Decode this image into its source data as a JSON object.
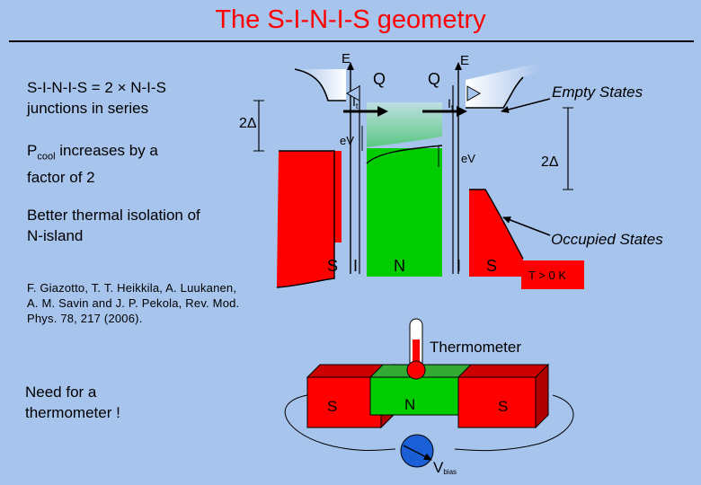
{
  "title": "The S-I-N-I-S geometry",
  "left": {
    "junction_line1": "S-I-N-I-S = 2 × N-I-S",
    "junction_line2": "junctions in series",
    "pcool_main": "P",
    "pcool_sub": "cool",
    "pcool_rest": " increases by a",
    "pcool_line2": "factor of 2",
    "isolation_line1": "Better thermal isolation of",
    "isolation_line2": "N-island",
    "reference_line1": "F. Giazotto, T. T. Heikkila, A. Luukanen,",
    "reference_line2": "A. M. Savin and J. P. Pekola, Rev. Mod.",
    "reference_line3": "Phys. 78, 217 (2006).",
    "need_line1": "Need for a",
    "need_line2": "thermometer !"
  },
  "band_diagram": {
    "energy_left": "E",
    "energy_right": "E",
    "heat_left": "Q",
    "heat_right": "Q",
    "current_main": "I",
    "current_sub": "t",
    "ev_left": "eV",
    "ev_right": "eV",
    "gap_left": "2Δ",
    "gap_right": "2Δ",
    "empty_states": "Empty States",
    "occupied_states": "Occupied States",
    "layer_s_left": "S",
    "layer_i_left": "I",
    "layer_n": "N",
    "layer_i_right": "I",
    "layer_s_right": "S",
    "temperature": "T > 0 K"
  },
  "device": {
    "thermometer_label": "Thermometer",
    "block_s_left": "S",
    "block_n": "N",
    "block_s_right": "S",
    "vbias_main": "V",
    "vbias_sub": "bias"
  },
  "colors": {
    "background": "#a7c4ec",
    "title": "#ff0000",
    "superconductor": "#ff0000",
    "normal_metal": "#00cc00",
    "source_arrow": "#1a5fd6"
  }
}
